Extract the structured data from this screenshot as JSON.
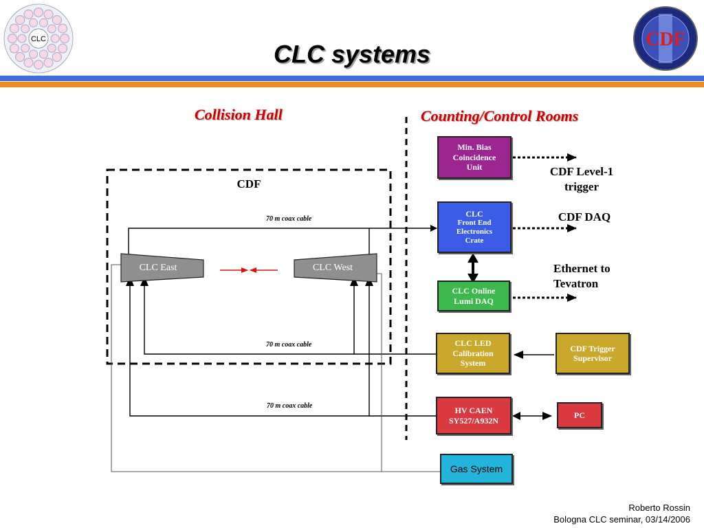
{
  "slide": {
    "title": "CLC systems",
    "logo_left": {
      "text": "CLC",
      "icon": "clc-fiber-bundle-logo"
    },
    "logo_right": {
      "text": "CDF",
      "icon": "cdf-ii-logo"
    }
  },
  "sections": {
    "collision_hall": "Collision Hall",
    "counting_rooms": "Counting/Control Rooms"
  },
  "detector": {
    "label": "CDF",
    "clc_east": "CLC East",
    "clc_west": "CLC West"
  },
  "cables": {
    "top": "70 m coax cable",
    "middle": "70 m coax cable",
    "bottom": "70 m coax cable"
  },
  "boxes": {
    "min_bias": [
      "Min. Bias",
      "Coincidence",
      "Unit"
    ],
    "front_end": [
      "CLC",
      "Front End",
      "Electronics",
      "Crate"
    ],
    "online_lumi": [
      "CLC Online",
      "Lumi DAQ"
    ],
    "led_cal": [
      "CLC LED",
      "Calibration",
      "System"
    ],
    "trigger_supervisor": [
      "CDF Trigger",
      "Supervisor"
    ],
    "hv_caen": [
      "HV CAEN",
      "SY527/A932N"
    ],
    "pc": [
      "PC"
    ],
    "gas_system": [
      "Gas System"
    ]
  },
  "outputs": {
    "level1": [
      "CDF Level-1",
      "trigger"
    ],
    "daq": [
      "CDF DAQ"
    ],
    "ethernet": [
      "Ethernet to",
      "Tevatron"
    ]
  },
  "colors": {
    "min_bias": "#9b2690",
    "front_end": "#3a5ce6",
    "online_lumi": "#3cb84c",
    "led_cal": "#c9a82b",
    "trigger_supervisor": "#c9a82b",
    "hv_caen": "#d93a3f",
    "pc": "#d93a3f",
    "gas_system": "#23b4dc",
    "bar_blue": "#3f6fd8",
    "bar_orange": "#f08a1c",
    "title_red": "#cc0000"
  },
  "footer": {
    "author": "Roberto Rossin",
    "event": "Bologna CLC seminar, 03/14/2006"
  }
}
